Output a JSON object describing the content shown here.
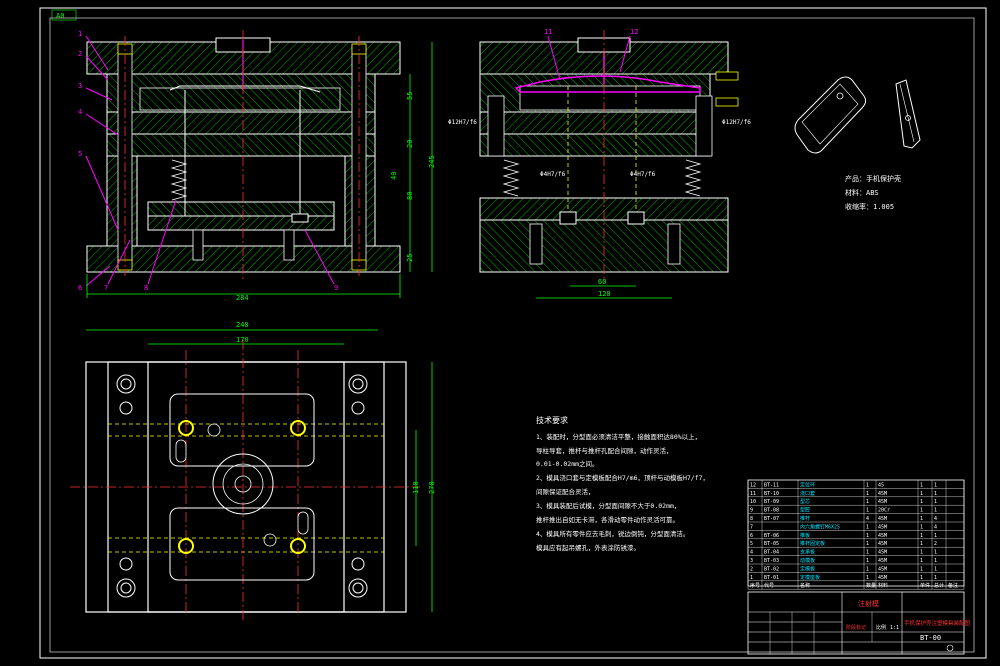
{
  "sheet": {
    "size_tag": "A0",
    "colors": {
      "background": "#000000",
      "outline": "#ffffff",
      "hatch": "#00c000",
      "dimension": "#00ff00",
      "center": "#ff3030",
      "leader": "#ff00ff",
      "hidden": "#ffff00",
      "text_cyan": "#00e5ff"
    }
  },
  "front_view": {
    "part_numbers": [
      "1",
      "2",
      "3",
      "4",
      "5",
      "6",
      "7",
      "8",
      "9"
    ],
    "dims": {
      "overall_width": "284",
      "h1": "55",
      "h2": "20",
      "h3": "40",
      "h4": "80",
      "h5": "25",
      "total": "245"
    }
  },
  "section_view": {
    "labels": {
      "left_a": "11",
      "left_b": "12",
      "fit_left": "Φ12H7/f6",
      "fit_right": "Φ12H7/f6",
      "fit_pin_left": "Φ4H7/f6",
      "fit_pin_right": "Φ4H7/f6"
    },
    "dims": {
      "inner": "60",
      "outer": "120"
    }
  },
  "product": {
    "name_line": "产品：手机保护壳",
    "material_line": "材料：ABS",
    "shrink_line": "收缩率：1.005"
  },
  "top_view": {
    "dims": {
      "width": "240",
      "inner_width": "170",
      "height": "270",
      "inner_height": "110"
    }
  },
  "tech_requirements": {
    "title": "技术要求",
    "lines": [
      "1、装配时，分型面必须清洁平整，接触面积达80%以上，",
      "导柱导套，推杆与推杆孔配合间隙，动作灵活，",
      "0.01-0.02mm之间。",
      "2、模具浇口套与定模板配合H7/m6，顶杆与动模板H7/f7，",
      "间隙保证配合灵活，",
      "3、模具装配后试模，分型面间隙不大于0.02mm，",
      "推杆推出自如无卡滞，各滑动零件动作灵活可靠。",
      "4、模具所有零件应去毛刺，锐边倒钝，分型面清洁。",
      "模具应有起吊螺孔，外表涂防锈漆。"
    ]
  },
  "bom": {
    "rows": [
      {
        "no": "12",
        "code": "BT-11",
        "name": "定位环",
        "qty": "1",
        "mat": "45",
        "a": "1",
        "b": "1"
      },
      {
        "no": "11",
        "code": "BT-10",
        "name": "浇口套",
        "qty": "1",
        "mat": "45M",
        "a": "1",
        "b": "1"
      },
      {
        "no": "10",
        "code": "BT-09",
        "name": "型芯",
        "qty": "1",
        "mat": "45M",
        "a": "1",
        "b": "1"
      },
      {
        "no": "9",
        "code": "BT-08",
        "name": "型腔",
        "qty": "1",
        "mat": "20Cr",
        "a": "1",
        "b": "1"
      },
      {
        "no": "8",
        "code": "BT-07",
        "name": "推杆",
        "qty": "4",
        "mat": "45M",
        "a": "1",
        "b": "4"
      },
      {
        "no": "7",
        "code": "",
        "name": "内六角螺钉M6X25",
        "qty": "1",
        "mat": "45M",
        "a": "1",
        "b": "4"
      },
      {
        "no": "6",
        "code": "BT-06",
        "name": "推板",
        "qty": "1",
        "mat": "45M",
        "a": "1",
        "b": "1"
      },
      {
        "no": "5",
        "code": "BT-05",
        "name": "推杆固定板",
        "qty": "1",
        "mat": "45M",
        "a": "1",
        "b": "2"
      },
      {
        "no": "4",
        "code": "BT-04",
        "name": "支承板",
        "qty": "1",
        "mat": "45M",
        "a": "1",
        "b": "1"
      },
      {
        "no": "3",
        "code": "BT-03",
        "name": "动模板",
        "qty": "1",
        "mat": "45M",
        "a": "1",
        "b": "1"
      },
      {
        "no": "2",
        "code": "BT-02",
        "name": "定模板",
        "qty": "1",
        "mat": "45M",
        "a": "1",
        "b": "1"
      },
      {
        "no": "1",
        "code": "BT-01",
        "name": "定模座板",
        "qty": "1",
        "mat": "45M",
        "a": "1",
        "b": "1"
      }
    ],
    "header": {
      "no": "序号",
      "code": "代号",
      "name": "名称",
      "qty": "数量",
      "mat": "材料",
      "a": "单件",
      "b": "总计",
      "note": "备注"
    }
  },
  "title_block": {
    "title": "注射模",
    "drawing_name": "手机保护壳注塑模具装配图",
    "drawing_no": "BT-00",
    "stage": "阶段标记",
    "ratio": "比例",
    "scale": "1:1"
  }
}
